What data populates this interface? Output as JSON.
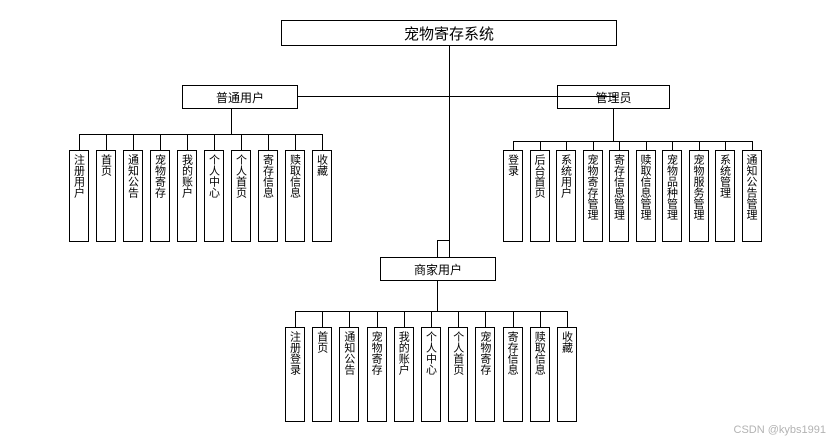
{
  "title": "宠物寄存系统",
  "groups": {
    "user": {
      "label": "普通用户",
      "items": [
        "注册用户",
        "首页",
        "通知公告",
        "宠物寄存",
        "我的账户",
        "个人中心",
        "个人首页",
        "寄存信息",
        "赎取信息",
        "收藏"
      ]
    },
    "admin": {
      "label": "管理员",
      "items": [
        "登录",
        "后台首页",
        "系统用户",
        "宠物寄存管理",
        "寄存信息管理",
        "赎取信息管理",
        "宠物品种管理",
        "宠物服务管理",
        "系统管理",
        "通知公告管理"
      ]
    },
    "merchant": {
      "label": "商家用户",
      "items": [
        "注册登录",
        "首页",
        "通知公告",
        "宠物寄存",
        "我的账户",
        "个人中心",
        "个人首页",
        "宠物寄存",
        "寄存信息",
        "赎取信息",
        "收藏"
      ]
    }
  },
  "watermark": "CSDN @kybs1991"
}
